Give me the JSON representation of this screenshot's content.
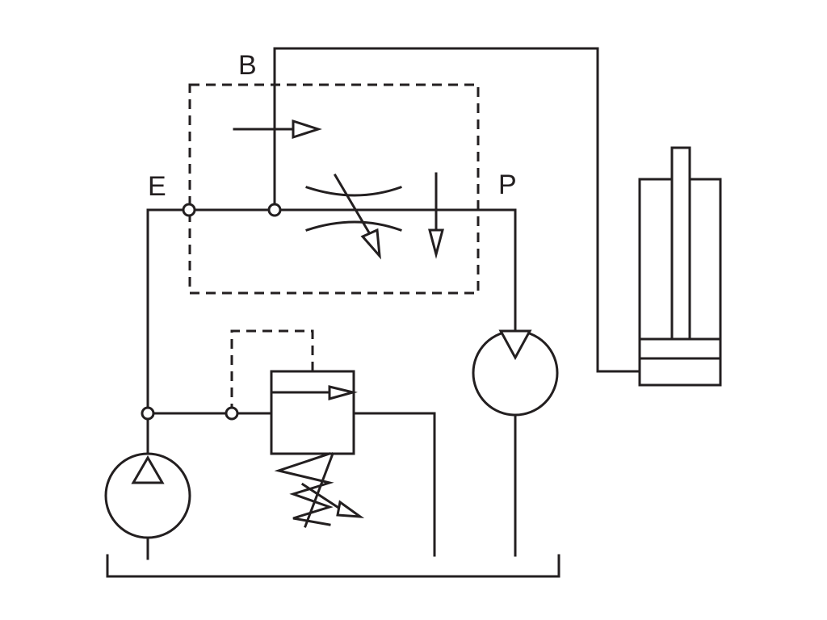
{
  "diagram": {
    "labels": {
      "b": "B",
      "e": "E",
      "p": "P"
    },
    "colors": {
      "line": "#231f20",
      "background": "#ffffff"
    },
    "components": [
      "flow-control-valve",
      "fixed-pump",
      "pump-motor",
      "pressure-relief-valve",
      "hydraulic-cylinder",
      "tank"
    ]
  }
}
